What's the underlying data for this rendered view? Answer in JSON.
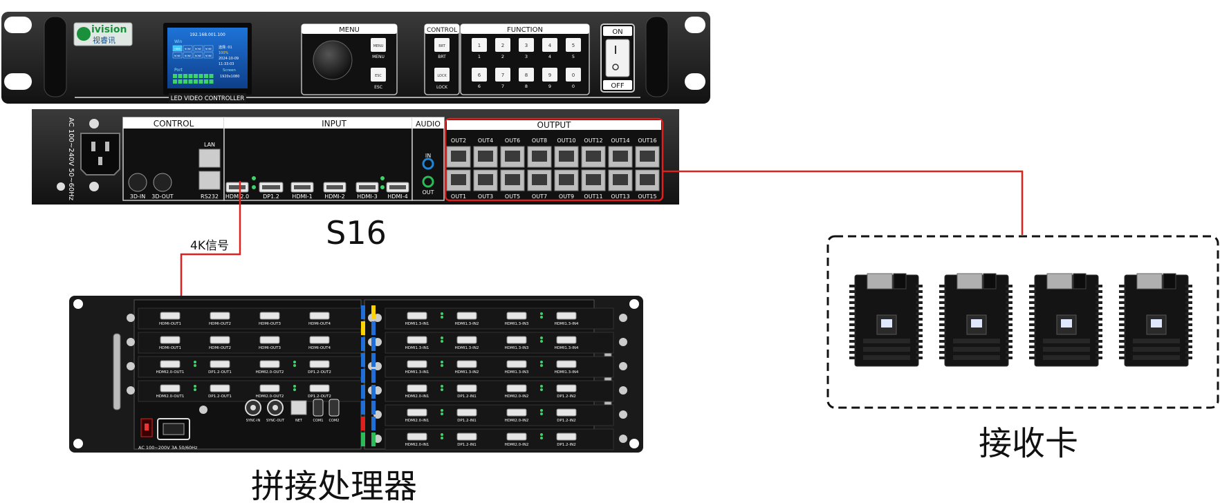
{
  "controller": {
    "brand": "ivision",
    "brand_cn": "视睿讯",
    "front_label": "LED VIDEO CONTROLLER",
    "lcd": {
      "ip": "192.168.001.100",
      "win_label": "Win",
      "port_label": "Port",
      "screen_label": "Screen",
      "resolution": "1920x1080",
      "preset": "选择: 01",
      "brightness": "100%",
      "date": "2024-10-09",
      "time": "11:33:03",
      "cell_labels": [
        "HDMI",
        "NONE",
        "NONE",
        "NONE",
        "NONE",
        "NONE",
        "NONE",
        "NONE"
      ]
    },
    "menu": {
      "title": "MENU",
      "menu_key": "MENU",
      "esc_key": "ESC"
    },
    "control_keys": {
      "title": "CONTROL",
      "keys": [
        "BRT",
        "LOCK"
      ]
    },
    "function_keys": {
      "title": "FUNCTION",
      "keys": [
        "1",
        "2",
        "3",
        "4",
        "5",
        "6",
        "7",
        "8",
        "9",
        "0"
      ]
    },
    "power": {
      "on": "ON",
      "off": "OFF"
    },
    "rear": {
      "ac_label": "AC 100~240V  50~60Hz",
      "control_title": "CONTROL",
      "lan": "LAN",
      "ports_control": [
        "3D-IN",
        "3D-OUT",
        "RS232"
      ],
      "input_title": "INPUT",
      "inputs": [
        "HDMI2.0",
        "DP1.2",
        "HDMI-1",
        "HDMI-2",
        "HDMI-3",
        "HDMI-4"
      ],
      "audio_title": "AUDIO",
      "audio_in": "IN",
      "audio_out": "OUT",
      "output_title": "OUTPUT",
      "outputs_top": [
        "OUT2",
        "OUT4",
        "OUT6",
        "OUT8",
        "OUT10",
        "OUT12",
        "OUT14",
        "OUT16"
      ],
      "outputs_bottom": [
        "OUT1",
        "OUT3",
        "OUT5",
        "OUT7",
        "OUT9",
        "OUT11",
        "OUT13",
        "OUT15"
      ]
    },
    "model": "S16"
  },
  "signal_label": "4K信号",
  "processor": {
    "title": "拼接处理器",
    "ac_label": "AC 100~200V 3A 50/60Hz",
    "left_rows": [
      [
        "HDMI-OUT1",
        "HDMI-OUT2",
        "HDMI-OUT3",
        "HDMI-OUT4"
      ],
      [
        "HDMI-OUT1",
        "HDMI-OUT2",
        "HDMI-OUT3",
        "HDMI-OUT4"
      ],
      [
        "HDMI2.0-OUT1",
        "DP1.2-OUT1",
        "HDMI2.0-OUT2",
        "DP1.2-OUT2"
      ],
      [
        "HDMI2.0-OUT1",
        "DP1.2-OUT1",
        "HDMI2.0-OUT2",
        "DP1.2-OUT2"
      ]
    ],
    "sync_ports": [
      "SYNC-IN",
      "SYNC-OUT",
      "NET",
      "COM1",
      "COM2"
    ],
    "right_rows": [
      [
        "HDMI1.3-IN1",
        "HDMI1.3-IN2",
        "HDMI1.3-IN3",
        "HDMI1.3-IN4"
      ],
      [
        "HDMI1.3-IN1",
        "HDMI1.3-IN2",
        "HDMI1.3-IN3",
        "HDMI1.3-IN4"
      ],
      [
        "HDMI1.3-IN1",
        "HDMI1.3-IN2",
        "HDMI1.3-IN3",
        "HDMI1.3-IN4"
      ],
      [
        "HDMI2.0-IN1",
        "DP1.2-IN1",
        "HDMI2.0-IN2",
        "DP1.2-IN2"
      ],
      [
        "HDMI2.0-IN1",
        "DP1.2-IN1",
        "HDMI2.0-IN2",
        "DP1.2-IN2"
      ],
      [
        "HDMI2.0-IN1",
        "DP1.2-IN1",
        "HDMI2.0-IN2",
        "DP1.2-IN2"
      ]
    ]
  },
  "receiver": {
    "title": "接收卡",
    "count": 4
  },
  "colors": {
    "device": "#1c1c1c",
    "panel": "#262626",
    "highlight": "#e0201c",
    "connector": "#e8e8e8",
    "led": "#3ed36a",
    "pcb": "#141414"
  }
}
